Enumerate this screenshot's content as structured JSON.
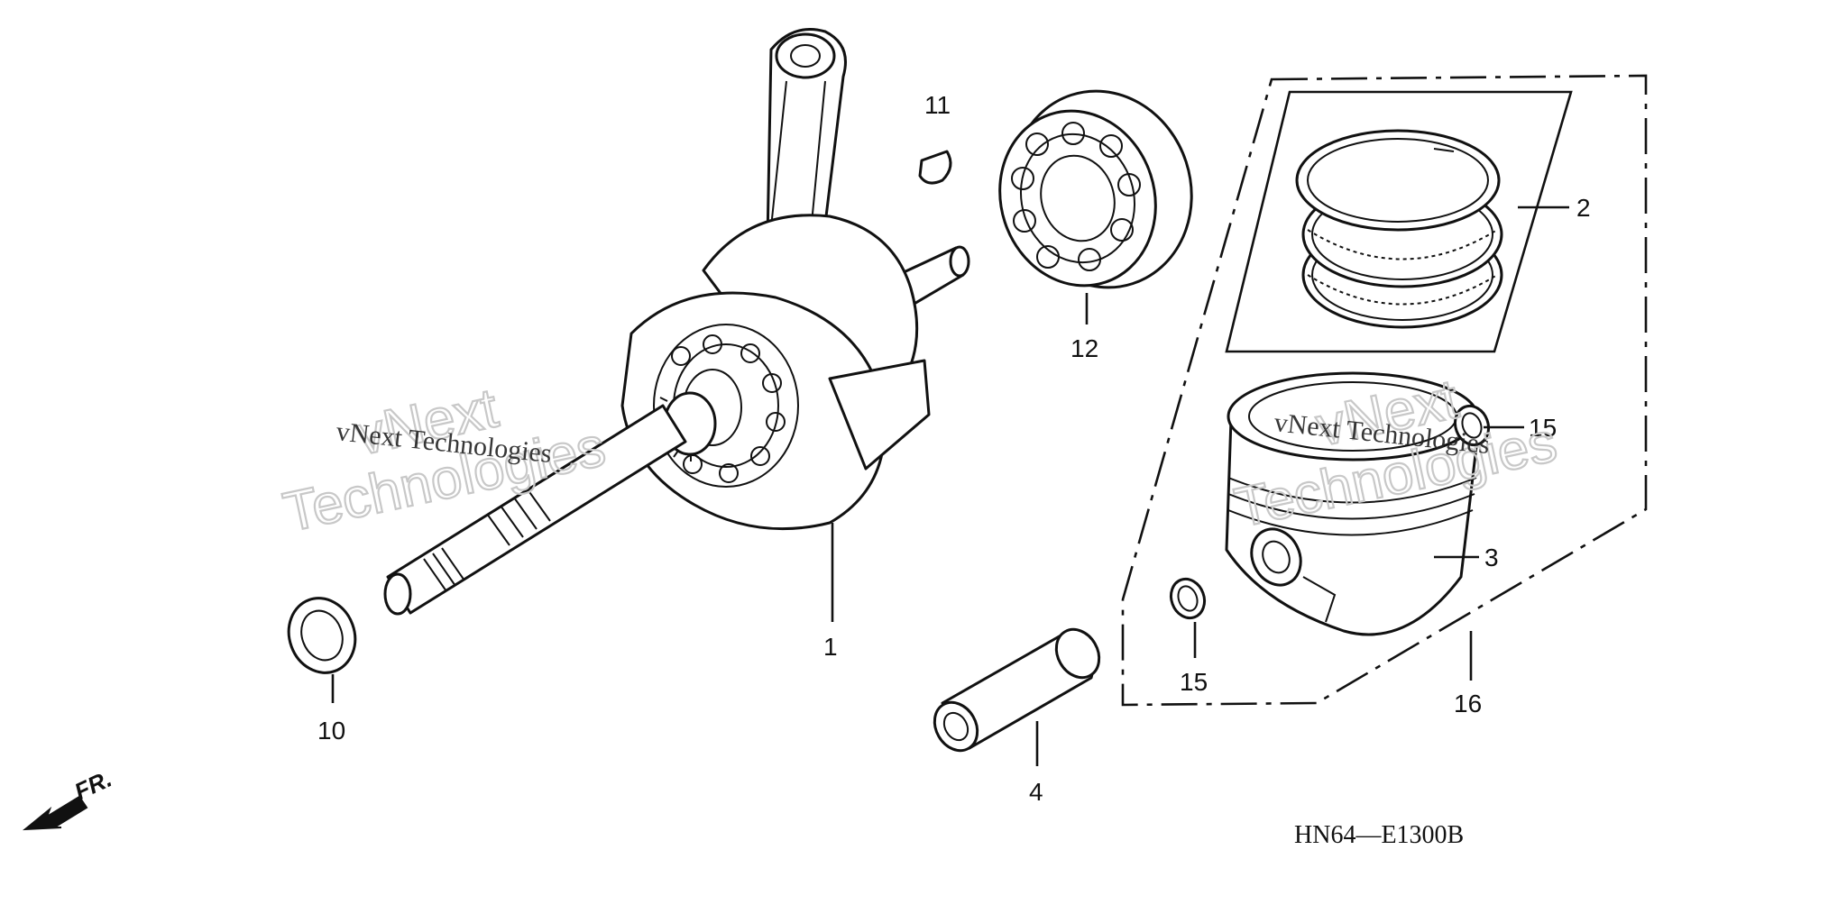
{
  "callouts": {
    "c1": "1",
    "c2": "2",
    "c3": "3",
    "c4": "4",
    "c10": "10",
    "c11": "11",
    "c12": "12",
    "c15a": "15",
    "c15b": "15",
    "c16": "16"
  },
  "diagram_code": "HN64—E1300B",
  "front_label": "FR.",
  "watermark": {
    "small": "vNext Technologies",
    "big_line1": "vNext",
    "big_line2": "Technologies"
  }
}
